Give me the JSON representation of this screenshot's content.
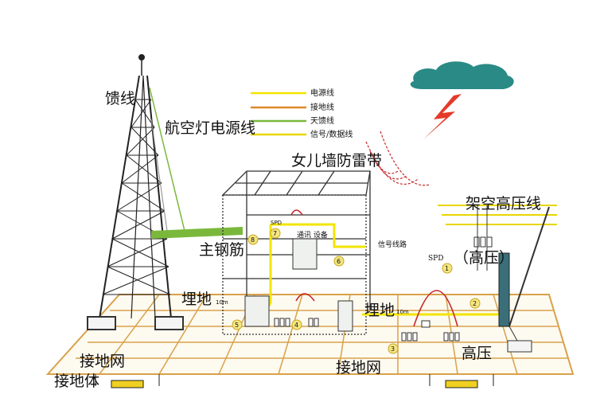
{
  "legend": {
    "items": [
      {
        "label": "电源线",
        "color": "#f2e500"
      },
      {
        "label": "接地线",
        "color": "#e08a2a"
      },
      {
        "label": "天馈线",
        "color": "#7ab83c"
      },
      {
        "label": "信号/数据线",
        "color": "#e8d600"
      }
    ]
  },
  "labels": {
    "feeder": "馈线",
    "aviation_light_power": "航空灯电源线",
    "parapet_lightning_belt": "女儿墙防雷带",
    "overhead_hv_line": "架空高压线",
    "main_rebar": "主钢筋",
    "spd_hv": "（高压）",
    "spd_label": "SPD",
    "buried_left": "埋地",
    "buried_right": "埋地",
    "ground_grid_left": "接地网",
    "ground_grid_right": "接地网",
    "ground_body": "接地体",
    "high_voltage": "高压",
    "comm_equipment": "通讯  设备",
    "signal_line_path": "信号线路",
    "dist_10m_left": "10m",
    "dist_10m_right": "10m",
    "spd_small": "SPD"
  },
  "spd_markers": [
    "1",
    "2",
    "3",
    "4",
    "5",
    "6",
    "7",
    "8"
  ],
  "colors": {
    "ground": "#d9a14a",
    "power": "#f2e500",
    "antenna": "#7ab83c",
    "lightning": "#e53a2a",
    "cloud": "#2a8a86",
    "steel": "#222222",
    "arc": "#c82828"
  }
}
